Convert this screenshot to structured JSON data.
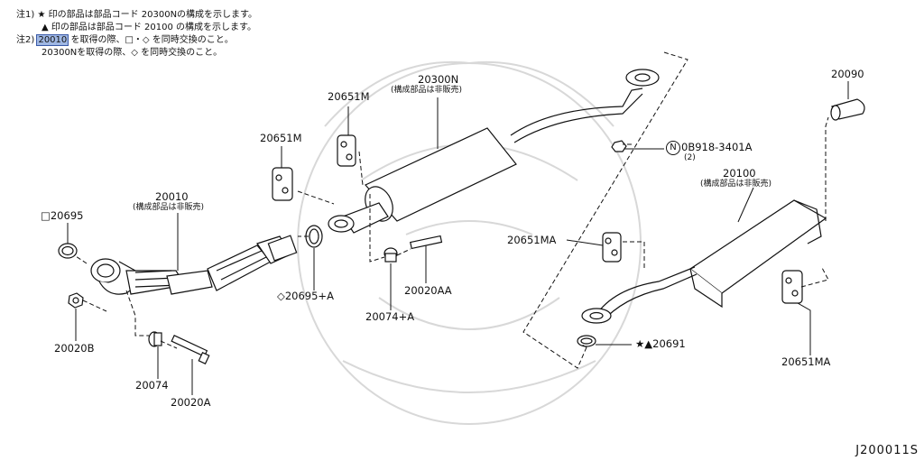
{
  "notes": {
    "line1": "注1) ★ 印の部品は部品コード 20300Nの構成を示します。",
    "line2": "▲ 印の部品は部品コード 20100 の構成を示します。",
    "line3_prefix": "注2)",
    "line3_highlight": "20010",
    "line3_rest": "を取得の際、□・◇ を同時交換のこと。",
    "line4": "20300Nを取得の際、◇ を同時交換のこと。"
  },
  "parts": {
    "p20300N": "20300N",
    "p20300N_sub": "(構成部品は非販売)",
    "p20651M_a": "20651M",
    "p20651M_b": "20651M",
    "p20010": "20010",
    "p20010_sub": "(構成部品は非販売)",
    "p20695": "□20695",
    "p20695A": "◇20695+A",
    "p20074A": "20074+A",
    "p20020AA": "20020AA",
    "p20020B": "20020B",
    "p20074": "20074",
    "p20020A": "20020A",
    "p0B918_mark": "N",
    "p0B918": "0B918-3401A",
    "p0B918_qty": "(2)",
    "p20090": "20090",
    "p20100": "20100",
    "p20100_sub": "(構成部品は非販売)",
    "p20651MA_a": "20651MA",
    "p20651MA_b": "20651MA",
    "p20691": "★▲20691"
  },
  "diagram_code": "J200011S"
}
